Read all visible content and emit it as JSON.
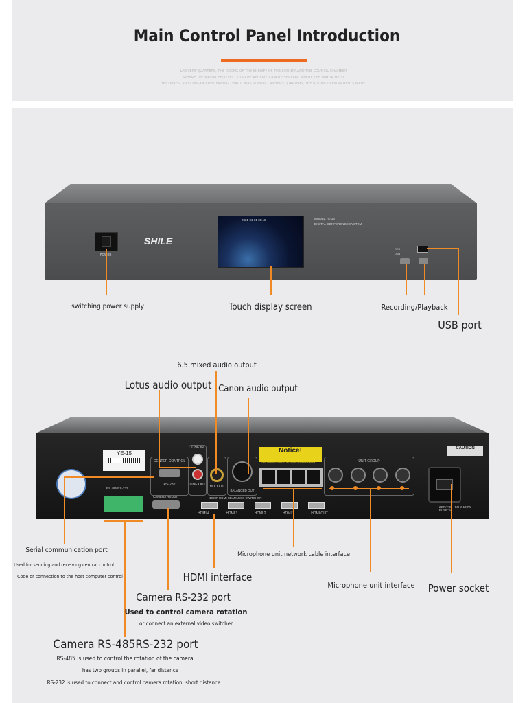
{
  "header": {
    "title": "Main Control Panel Introduction",
    "filler": [
      "LAWYERS'QUARTERS, THE ROOMS OF THE SHERIFF OF THE COUNTY,AND THE COUNCIL-CHAMBER",
      "WHERE THE MAYOR HELD HIS COURT.HE RECEIVED ANOTE SEVERAL WHERE THE MAYOR HELD",
      "HIS OPRESCRIPTIONS,AND,DISCERNING THAT IT WAS SUNDAY LAWYERS'QUARTERS, THE ROOMS DREW PATIENTS,MADE"
    ],
    "accent": "#ee6a1f"
  },
  "front": {
    "brand": "SHILE",
    "power_label": "POWER",
    "model": "MODEL:YE-15",
    "system": "DIGITAL CONFERENCE SYSTEM",
    "screen_date": "2021-01-01  08:18",
    "rec": "REC",
    "usb": "USB"
  },
  "front_labels": {
    "power": "switching power supply",
    "screen": "Touch display screen",
    "rec": "Recording/Playback",
    "usb": "USB port"
  },
  "rear": {
    "model_tag": "YE-15",
    "center_control": "CENTER CONTROL",
    "rs232": "RS-232",
    "line_in": "LINE IN",
    "line_out": "LINE OUT",
    "mix_out": "MIX OUT",
    "balanced_out": "BALANCED OUT",
    "notice": "Notice!",
    "notice_sub": "Cannot plug in other devices' network cables",
    "unit_group": "UNIT GROUP",
    "camera_rs232": "CAMERA RS-232",
    "rs485_label": "RS 485  RS-232",
    "hdmi_switcher": "1080P HDMI SEAMLESS SWITCHER",
    "hdmi": [
      "HDMI 4",
      "HDMI 3",
      "HDMI 2",
      "HDMI 1",
      "HDMI OUT"
    ],
    "caution": "CAUTION",
    "power_spec": "220V AC ~ 50Hz 120W FUSE:3A"
  },
  "rear_labels": {
    "mixed": "6.5 mixed audio output",
    "lotus": "Lotus audio output",
    "canon": "Canon audio output",
    "serial": "Serial communication port",
    "serial_d1": "Used for sending and receiving central control",
    "serial_d2": "Code or connection to the host computer control",
    "net": "Microphone unit network cable interface",
    "hdmi": "HDMI interface",
    "unit": "Microphone unit interface",
    "power": "Power socket",
    "cam232": "Camera RS-232 port",
    "cam232_d1": "Used to control camera rotation",
    "cam232_d2": "or connect an external video switcher",
    "cam485": "Camera RS-485RS-232 port",
    "cam485_d1": "RS-485 is used to control the rotation of the camera",
    "cam485_d2": "has two groups in parallel, far distance",
    "cam485_d3": "RS-232 is used to connect and control camera rotation, short distance"
  }
}
